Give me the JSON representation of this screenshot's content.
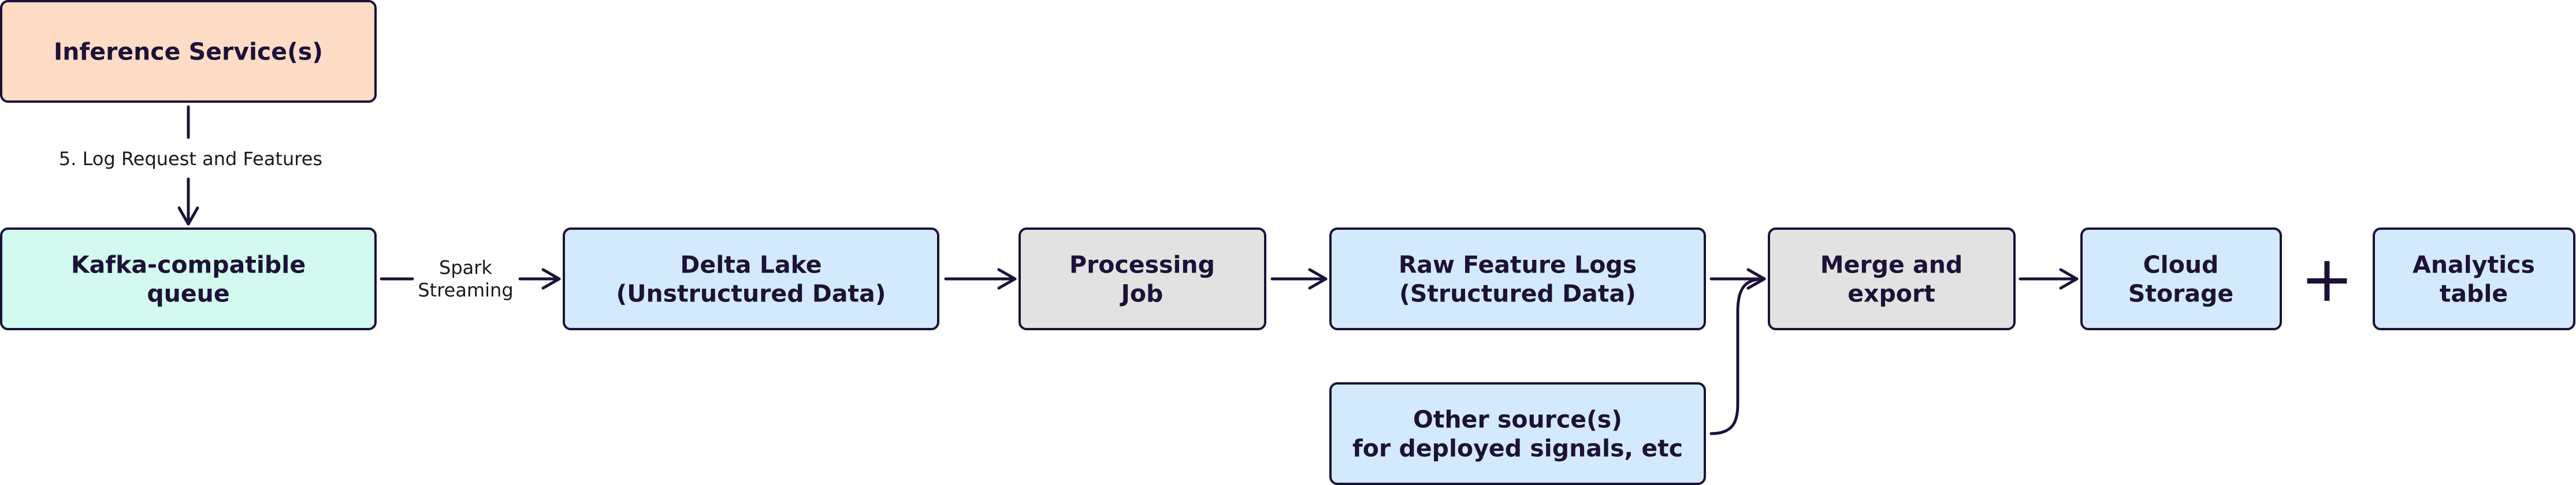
{
  "colors": {
    "stroke": "#1c1238",
    "inference": "#ffdcc6",
    "queue": "#d3faef",
    "storage": "#d3eafc",
    "job": "#e2e2e2"
  },
  "nodes": {
    "inference_service": {
      "lines": [
        "Inference Service(s)"
      ]
    },
    "kafka_queue": {
      "lines": [
        "Kafka-compatible",
        "queue"
      ]
    },
    "delta_lake": {
      "lines": [
        "Delta Lake",
        "(Unstructured Data)"
      ]
    },
    "processing_job": {
      "lines": [
        "Processing",
        "Job"
      ]
    },
    "raw_feature_logs": {
      "lines": [
        "Raw Feature Logs",
        "(Structured Data)"
      ]
    },
    "merge_export": {
      "lines": [
        "Merge and",
        "export"
      ]
    },
    "cloud_storage": {
      "lines": [
        "Cloud",
        "Storage"
      ]
    },
    "analytics_table": {
      "lines": [
        "Analytics",
        "table"
      ]
    },
    "other_sources": {
      "lines": [
        "Other source(s)",
        "for deployed signals, etc"
      ]
    }
  },
  "edges": {
    "log_request": {
      "lines": [
        "5. Log Request and Features"
      ]
    },
    "spark_streaming": {
      "lines": [
        "Spark",
        "Streaming"
      ]
    }
  },
  "plus_symbol": "+"
}
